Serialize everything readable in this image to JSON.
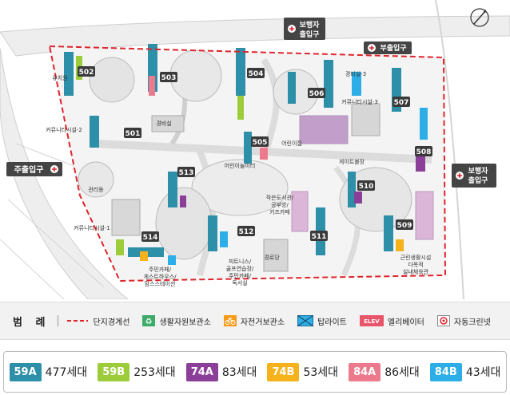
{
  "map": {
    "buildings": [
      "501",
      "502",
      "503",
      "504",
      "505",
      "506",
      "507",
      "508",
      "509",
      "510",
      "511",
      "512",
      "513",
      "514"
    ],
    "gates": {
      "north_top_a": "보행자",
      "north_top_b": "출입구",
      "sub_gate": "부출입구",
      "west": "주출입구",
      "east_a": "보행자",
      "east_b": "출입구"
    },
    "facilities": {
      "kindergarten": "유치원",
      "community_center_1": "커뮤니티시설-1",
      "community_center_2": "커뮤니티시설-2",
      "management": "관리동",
      "guard_1": "경비실",
      "guard_2": "경비실-3",
      "community_3": "커뮤니티시설-3",
      "daycare": "어린이집",
      "senior_center": "경로당",
      "plaza": "어린이놀이터",
      "fitness_a": "피트니스/",
      "fitness_b": "골프연습장/",
      "fitness_c": "주민카페/",
      "fitness_d": "독서실",
      "library_a": "작은도서관/",
      "library_b": "공부방/",
      "library_c": "키즈카페",
      "cafe_a": "주민카페/",
      "cafe_b": "게스트하우스/",
      "cafe_c": "맘스스테이션",
      "shop": "근린생활시설",
      "play_a": "다목적",
      "play_b": "실내체육관",
      "sport": "게이트볼장"
    }
  },
  "legend": {
    "title": "범 례",
    "items": [
      {
        "label": "단지경계선"
      },
      {
        "label": "생활자원보관소"
      },
      {
        "label": "자전거보관소"
      },
      {
        "label": "탑라이트"
      },
      {
        "label": "엘리베이터",
        "badge": "ELEV"
      },
      {
        "label": "자동크린넷"
      }
    ]
  },
  "units": [
    {
      "type": "59A",
      "count": "477세대",
      "color": "#2e8fa8"
    },
    {
      "type": "59B",
      "count": "253세대",
      "color": "#9ccc3a"
    },
    {
      "type": "74A",
      "count": "83세대",
      "color": "#8b3f98"
    },
    {
      "type": "74B",
      "count": "53세대",
      "color": "#f5b21b"
    },
    {
      "type": "84A",
      "count": "86세대",
      "color": "#ec7a8c"
    },
    {
      "type": "84B",
      "count": "43세대",
      "color": "#2eaee6"
    }
  ],
  "colors": {
    "boundary": "#e0242b",
    "road": "#e6e6e6",
    "building_label_bg": "#3a3a3a",
    "gate_bg": "#444444"
  }
}
